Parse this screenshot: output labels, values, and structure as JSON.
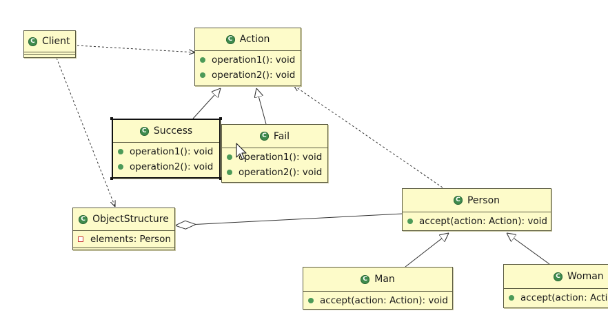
{
  "classes": {
    "client": {
      "name": "Client",
      "icon": "C"
    },
    "action": {
      "name": "Action",
      "icon": "C",
      "methods": [
        "operation1(): void",
        "operation2(): void"
      ]
    },
    "success": {
      "name": "Success",
      "icon": "C",
      "methods": [
        "operation1(): void",
        "operation2(): void"
      ]
    },
    "fail": {
      "name": "Fail",
      "icon": "C",
      "methods": [
        "operation1(): void",
        "operation2(): void"
      ]
    },
    "object_structure": {
      "name": "ObjectStructure",
      "icon": "C",
      "fields": [
        "elements: Person"
      ]
    },
    "person": {
      "name": "Person",
      "icon": "C",
      "methods": [
        "accept(action: Action): void"
      ]
    },
    "man": {
      "name": "Man",
      "icon": "C",
      "methods": [
        "accept(action: Action): void"
      ]
    },
    "woman": {
      "name": "Woman",
      "icon": "C",
      "methods": [
        "accept(action: Action): void"
      ]
    }
  },
  "colors": {
    "class_fill": "#fdfbc9",
    "class_border": "#5a5a40",
    "class_icon": "#3f8b4d",
    "method_icon": "#4c9a58",
    "private_field_icon": "#c8342f"
  },
  "relations": [
    {
      "from": "Client",
      "to": "Action",
      "kind": "dependency"
    },
    {
      "from": "Client",
      "to": "ObjectStructure",
      "kind": "dependency"
    },
    {
      "from": "Success",
      "to": "Action",
      "kind": "generalization"
    },
    {
      "from": "Fail",
      "to": "Action",
      "kind": "generalization"
    },
    {
      "from": "Person",
      "to": "Action",
      "kind": "dependency"
    },
    {
      "from": "ObjectStructure",
      "to": "Person",
      "kind": "aggregation"
    },
    {
      "from": "Man",
      "to": "Person",
      "kind": "generalization"
    },
    {
      "from": "Woman",
      "to": "Person",
      "kind": "generalization"
    }
  ]
}
